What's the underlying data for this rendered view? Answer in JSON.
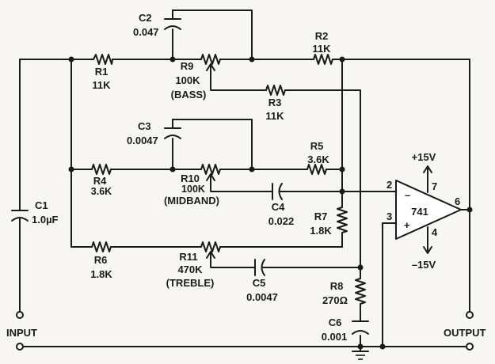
{
  "components": {
    "c1": {
      "ref": "C1",
      "value": "1.0µF"
    },
    "r1": {
      "ref": "R1",
      "value": "11K"
    },
    "c2": {
      "ref": "C2",
      "value": "0.047"
    },
    "r9": {
      "ref": "R9",
      "value": "100K",
      "function": "(BASS)"
    },
    "r2": {
      "ref": "R2",
      "value": "11K"
    },
    "r3": {
      "ref": "R3",
      "value": "11K"
    },
    "c3": {
      "ref": "C3",
      "value": "0.0047"
    },
    "r4": {
      "ref": "R4",
      "value": "3.6K"
    },
    "r10": {
      "ref": "R10",
      "value": "100K",
      "function": "(MIDBAND)"
    },
    "r5": {
      "ref": "R5",
      "value": "3.6K"
    },
    "c4": {
      "ref": "C4",
      "value": "0.022"
    },
    "r7": {
      "ref": "R7",
      "value": "1.8K"
    },
    "r6": {
      "ref": "R6",
      "value": "1.8K"
    },
    "r11": {
      "ref": "R11",
      "value": "470K",
      "function": "(TREBLE)"
    },
    "c5": {
      "ref": "C5",
      "value": "0.0047"
    },
    "r8": {
      "ref": "R8",
      "value": "270Ω"
    },
    "c6": {
      "ref": "C6",
      "value": "0.001"
    }
  },
  "opamp": {
    "part": "741",
    "pin_inv": "2",
    "pin_noninv": "3",
    "pin_vplus": "7",
    "pin_vminus": "4",
    "pin_out": "6",
    "sign_minus": "–",
    "sign_plus": "+",
    "supply_pos": "+15V",
    "supply_neg": "–15V"
  },
  "terminals": {
    "input": "INPUT",
    "output": "OUTPUT"
  }
}
